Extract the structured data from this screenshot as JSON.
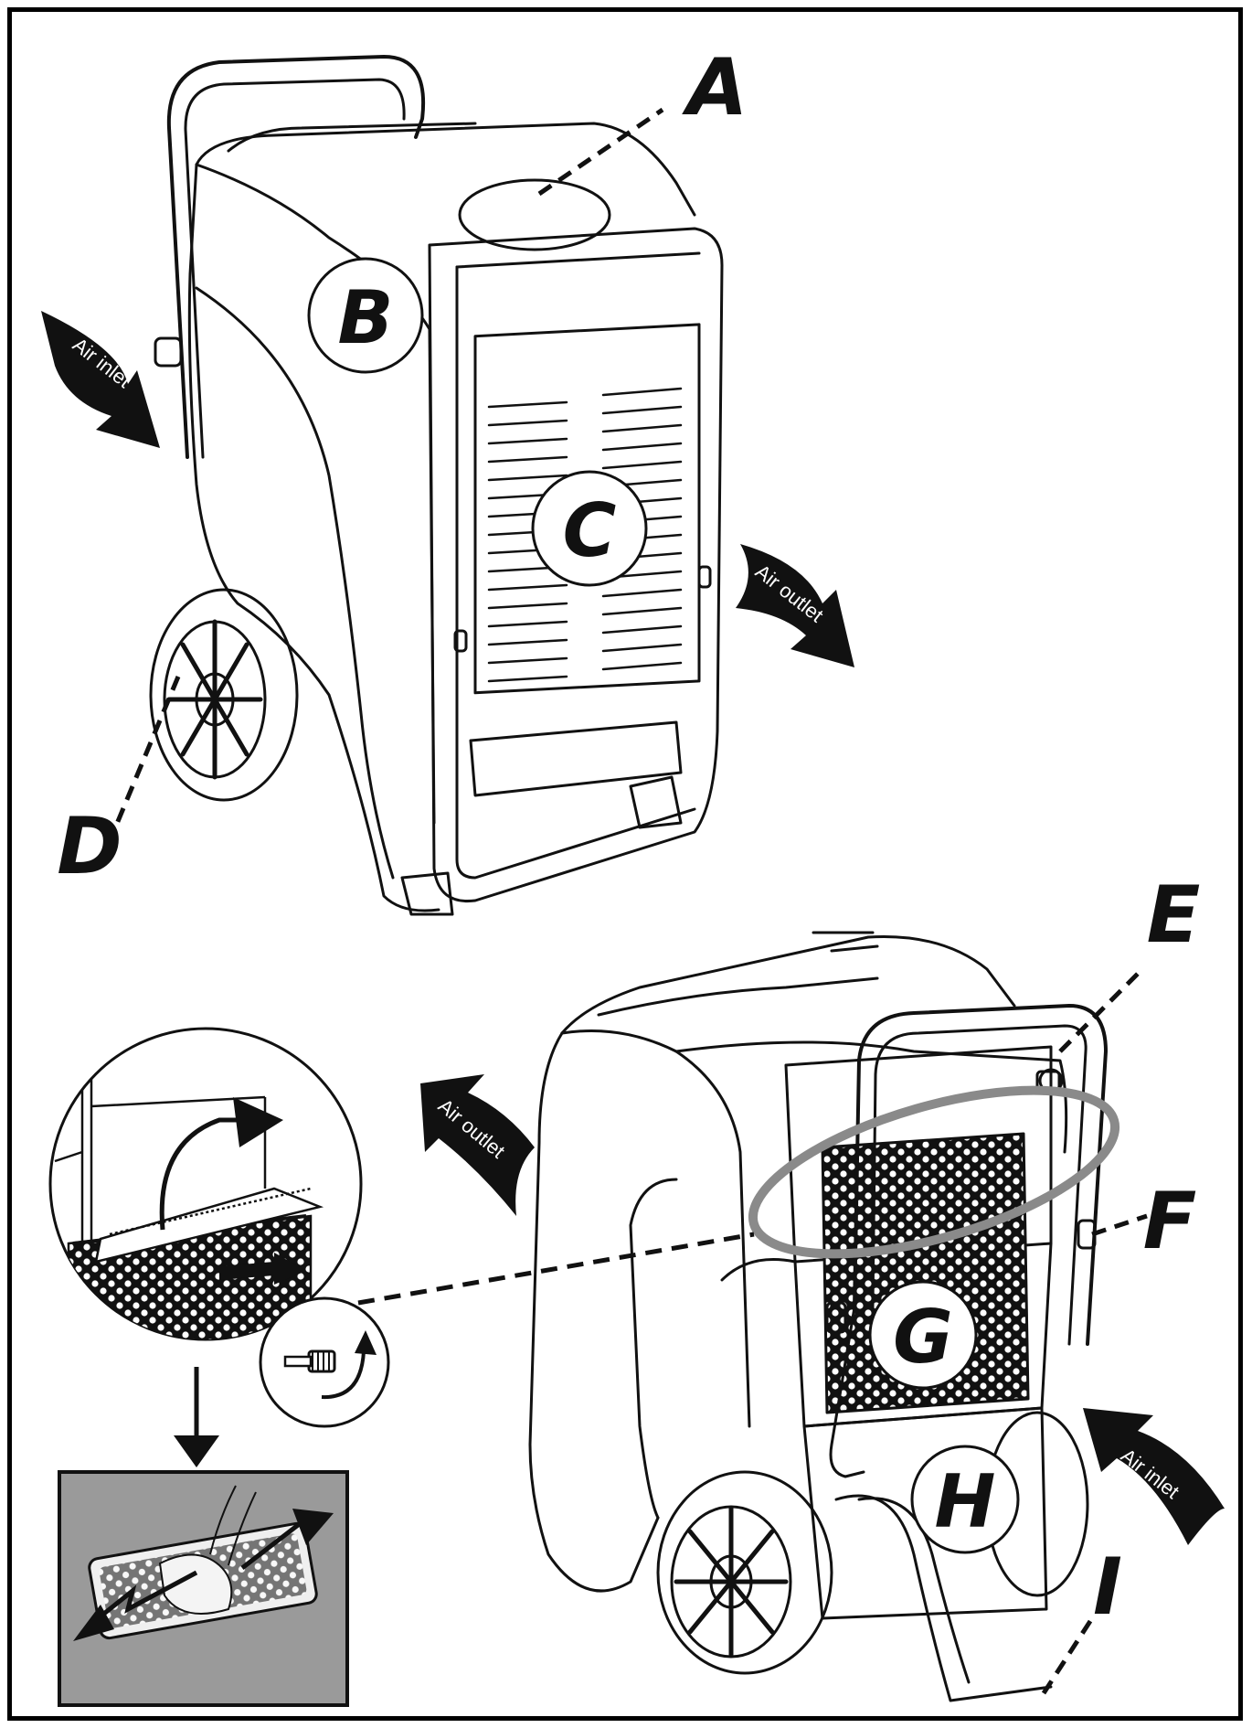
{
  "labels": {
    "A": "A",
    "B": "B",
    "C": "C",
    "D": "D",
    "E": "E",
    "F": "F",
    "G": "G",
    "H": "H",
    "I": "I"
  },
  "arrows": {
    "air_inlet_front": "Air inlet",
    "air_outlet_front": "Air outlet",
    "air_outlet_rear": "Air outlet",
    "air_inlet_rear": "Air inlet"
  },
  "icons": {
    "rotate": "curved-rotate-arrow-icon",
    "cleaning": "filter-cleaning-hand-icon",
    "thumbscrew": "thumbscrew-icon"
  },
  "colors": {
    "line": "#111111",
    "highlight_ring": "#8a8a8a",
    "photo_bg": "#9a9a9a"
  }
}
